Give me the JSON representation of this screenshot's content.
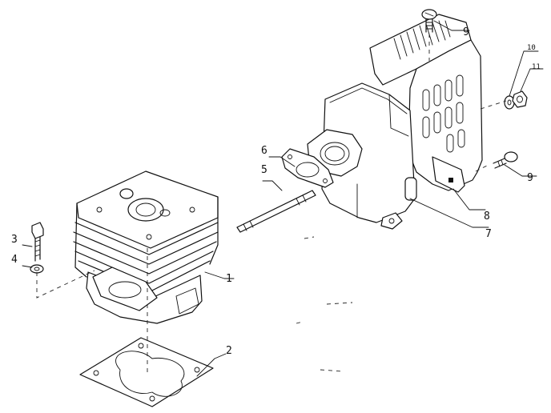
{
  "diagram": {
    "callouts": [
      {
        "id": "1",
        "label": "1"
      },
      {
        "id": "2",
        "label": "2"
      },
      {
        "id": "3",
        "label": "3"
      },
      {
        "id": "4",
        "label": "4"
      },
      {
        "id": "5",
        "label": "5"
      },
      {
        "id": "6",
        "label": "6"
      },
      {
        "id": "7",
        "label": "7"
      },
      {
        "id": "8",
        "label": "8"
      },
      {
        "id": "9a",
        "label": "9"
      },
      {
        "id": "9b",
        "label": "9"
      },
      {
        "id": "10",
        "label": "10"
      },
      {
        "id": "11",
        "label": "11"
      }
    ]
  }
}
